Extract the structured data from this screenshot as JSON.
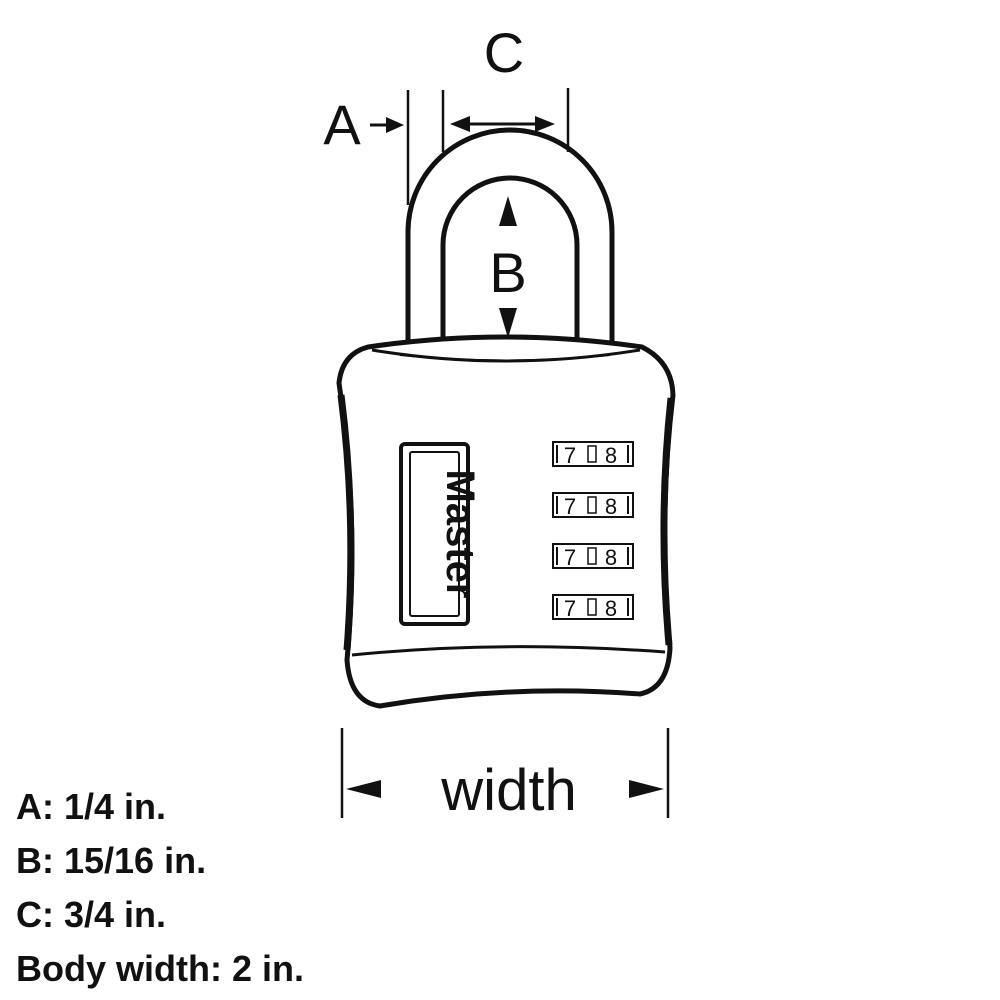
{
  "diagram": {
    "labels": {
      "a": "A",
      "b": "B",
      "c": "C",
      "width": "width"
    },
    "brand": "Master",
    "dial_digits": [
      "7",
      "8"
    ]
  },
  "specs": [
    "A: 1/4 in.",
    "B: 15/16 in.",
    "C: 3/4 in.",
    "Body width: 2 in."
  ],
  "colors": {
    "ink": "#111111",
    "background": "#ffffff"
  }
}
